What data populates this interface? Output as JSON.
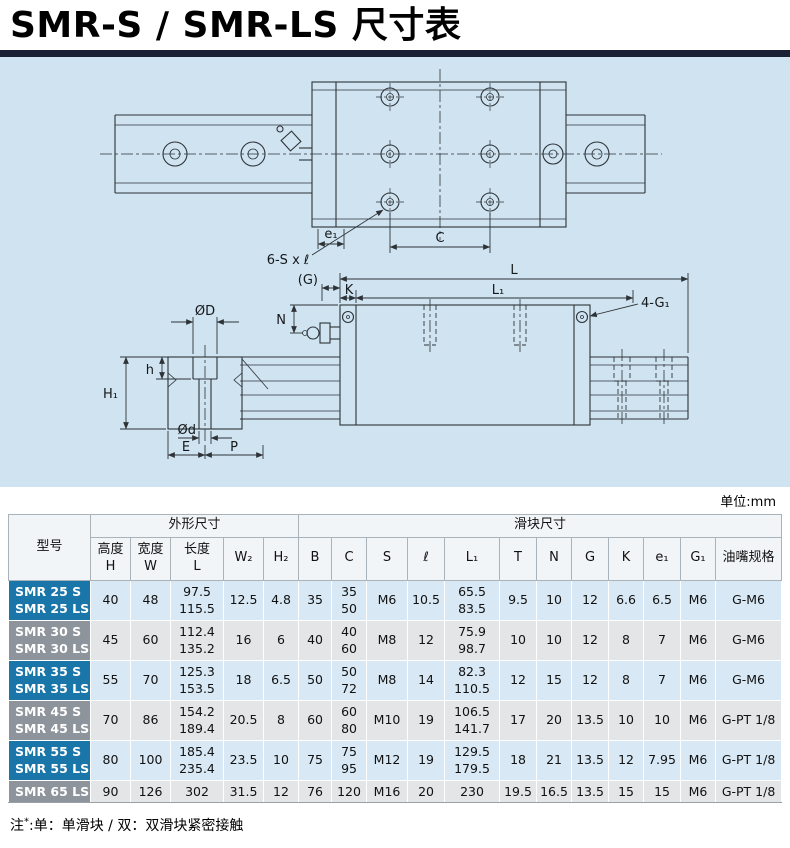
{
  "page": {
    "title": "SMR-S / SMR-LS 尺寸表",
    "unit_label": "单位:mm",
    "note": {
      "prefix": "注",
      "star": "*",
      "text": ":单：单滑块 / 双：双滑块紧密接触"
    }
  },
  "drawing": {
    "plan": {
      "e1": "e₁",
      "screw_callout": "6-S x ℓ",
      "c": "C"
    },
    "side": {
      "g": "(G)",
      "k": "K",
      "l1": "L₁",
      "l": "L",
      "g1": "4-G₁",
      "n": "N",
      "od": "ØD",
      "h": "h",
      "h1": "H₁",
      "od_small": "Ød",
      "e": "E",
      "p": "P"
    }
  },
  "table": {
    "model_header": "型号",
    "group_outer": "外形尺寸",
    "group_block": "滑块尺寸",
    "columns": [
      "高度\nH",
      "宽度\nW",
      "长度\nL",
      "W₂",
      "H₂",
      "B",
      "C",
      "S",
      "ℓ",
      "L₁",
      "T",
      "N",
      "G",
      "K",
      "e₁",
      "G₁",
      "油嘴规格"
    ],
    "rows": [
      {
        "model": "SMR 25 S\nSMR 25 LS",
        "theme": "blue",
        "values": [
          "40",
          "48",
          "97.5\n115.5",
          "12.5",
          "4.8",
          "35",
          "35\n50",
          "M6",
          "10.5",
          "65.5\n83.5",
          "9.5",
          "10",
          "12",
          "6.6",
          "6.5",
          "M6",
          "G-M6"
        ]
      },
      {
        "model": "SMR 30 S\nSMR 30 LS",
        "theme": "gray",
        "values": [
          "45",
          "60",
          "112.4\n135.2",
          "16",
          "6",
          "40",
          "40\n60",
          "M8",
          "12",
          "75.9\n98.7",
          "10",
          "10",
          "12",
          "8",
          "7",
          "M6",
          "G-M6"
        ]
      },
      {
        "model": "SMR 35 S\nSMR 35 LS",
        "theme": "blue",
        "values": [
          "55",
          "70",
          "125.3\n153.5",
          "18",
          "6.5",
          "50",
          "50\n72",
          "M8",
          "14",
          "82.3\n110.5",
          "12",
          "15",
          "12",
          "8",
          "7",
          "M6",
          "G-M6"
        ]
      },
      {
        "model": "SMR 45 S\nSMR 45 LS",
        "theme": "gray",
        "values": [
          "70",
          "86",
          "154.2\n189.4",
          "20.5",
          "8",
          "60",
          "60\n80",
          "M10",
          "19",
          "106.5\n141.7",
          "17",
          "20",
          "13.5",
          "10",
          "10",
          "M6",
          "G-PT 1/8"
        ]
      },
      {
        "model": "SMR 55 S\nSMR 55 LS",
        "theme": "blue",
        "values": [
          "80",
          "100",
          "185.4\n235.4",
          "23.5",
          "10",
          "75",
          "75\n95",
          "M12",
          "19",
          "129.5\n179.5",
          "18",
          "21",
          "13.5",
          "12",
          "7.95",
          "M6",
          "G-PT 1/8"
        ]
      },
      {
        "model": "SMR 65 LS",
        "theme": "gray",
        "values": [
          "90",
          "126",
          "302",
          "31.5",
          "12",
          "76",
          "120",
          "M16",
          "20",
          "230",
          "19.5",
          "16.5",
          "13.5",
          "15",
          "15",
          "M6",
          "G-PT 1/8"
        ]
      }
    ]
  }
}
